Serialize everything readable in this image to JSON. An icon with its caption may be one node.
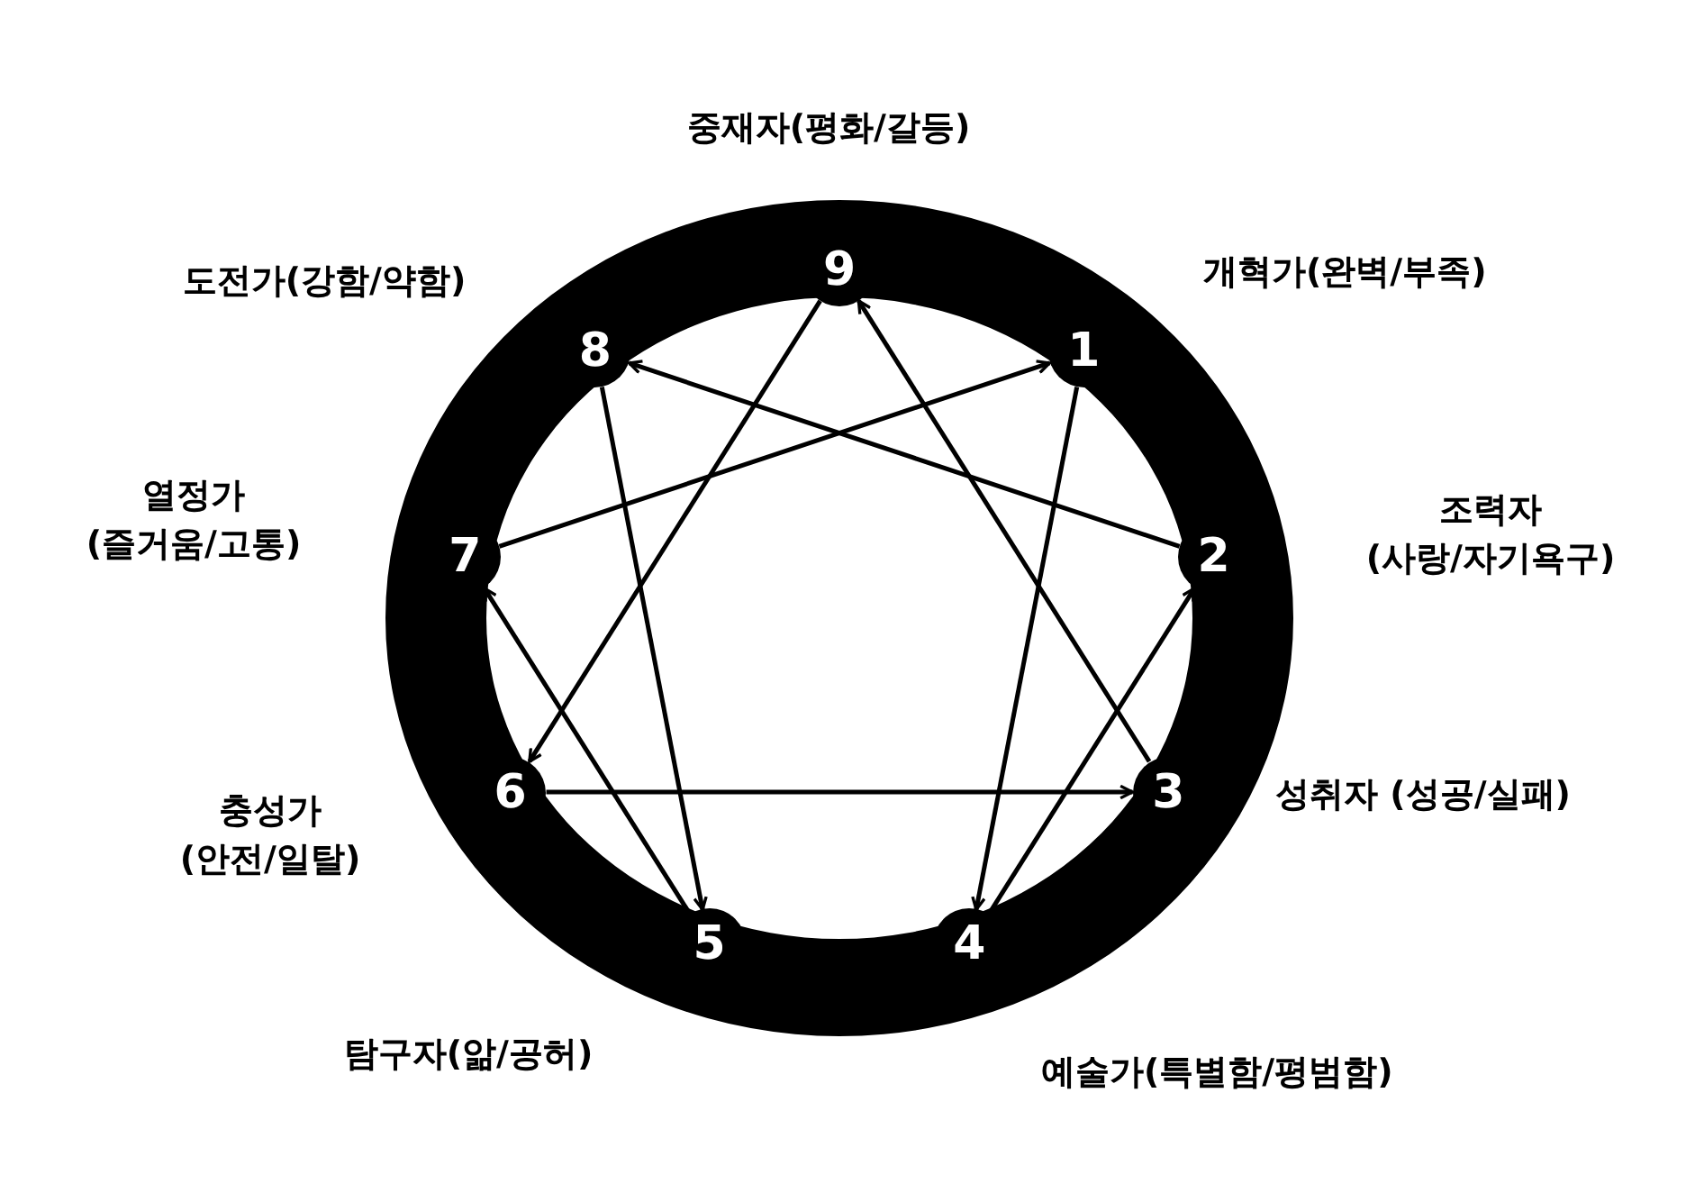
{
  "diagram": {
    "nodes": [
      {
        "text": [
          "9"
        ],
        "beside": [
          "중재자(평화/갈등)"
        ]
      },
      {
        "text": [
          "1"
        ],
        "beside": [
          "개혁가(완벽/부족)"
        ]
      },
      {
        "text": [
          "2"
        ],
        "beside": [
          "조력자 (사랑/자기욕구)"
        ]
      },
      {
        "text": [
          "3"
        ],
        "beside": [
          "성취자 (성공/실패)"
        ]
      },
      {
        "text": [
          "4"
        ],
        "beside": [
          "예술가(특별함/평범함)"
        ]
      },
      {
        "text": [
          "5"
        ],
        "beside": [
          "탐구자(앎/공허)"
        ]
      },
      {
        "text": [
          "6"
        ],
        "beside": [
          "충성가 (안전/일탈)"
        ]
      },
      {
        "text": [
          "7"
        ],
        "beside": [
          "열정가 (즐거움/고통)"
        ]
      },
      {
        "text": [
          "8"
        ],
        "beside": [
          "도전가(강함/약함)"
        ]
      }
    ],
    "edges": [
      {
        "from": 3,
        "to": 0,
        "arrow": "to"
      },
      {
        "from": 0,
        "to": 6,
        "arrow": "to"
      },
      {
        "from": 6,
        "to": 3,
        "arrow": "to"
      },
      {
        "from": 1,
        "to": 4,
        "arrow": "to"
      },
      {
        "from": 4,
        "to": 2,
        "arrow": "to"
      },
      {
        "from": 2,
        "to": 8,
        "arrow": "to"
      },
      {
        "from": 8,
        "to": 5,
        "arrow": "to"
      },
      {
        "from": 5,
        "to": 7,
        "arrow": "to"
      },
      {
        "from": 7,
        "to": 1,
        "arrow": "to"
      }
    ]
  }
}
